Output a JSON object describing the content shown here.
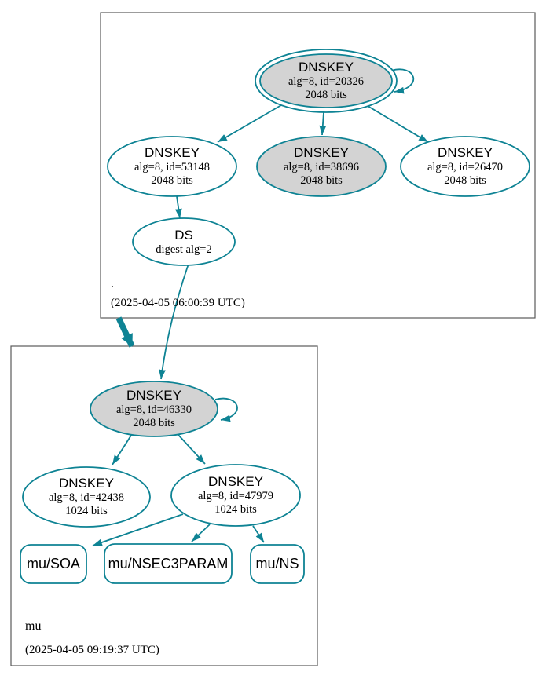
{
  "root_zone": {
    "label": ".",
    "timestamp": "(2025-04-05 06:00:39 UTC)",
    "ksk": {
      "title": "DNSKEY",
      "line2": "alg=8, id=20326",
      "line3": "2048 bits"
    },
    "zsk1": {
      "title": "DNSKEY",
      "line2": "alg=8, id=53148",
      "line3": "2048 bits"
    },
    "zsk2": {
      "title": "DNSKEY",
      "line2": "alg=8, id=38696",
      "line3": "2048 bits"
    },
    "zsk3": {
      "title": "DNSKEY",
      "line2": "alg=8, id=26470",
      "line3": "2048 bits"
    },
    "ds": {
      "title": "DS",
      "line2": "digest alg=2"
    }
  },
  "mu_zone": {
    "label": "mu",
    "timestamp": "(2025-04-05 09:19:37 UTC)",
    "ksk": {
      "title": "DNSKEY",
      "line2": "alg=8, id=46330",
      "line3": "2048 bits"
    },
    "zsk1": {
      "title": "DNSKEY",
      "line2": "alg=8, id=42438",
      "line3": "1024 bits"
    },
    "zsk2": {
      "title": "DNSKEY",
      "line2": "alg=8, id=47979",
      "line3": "1024 bits"
    },
    "rrset_soa": {
      "label": "mu/SOA"
    },
    "rrset_nsec3param": {
      "label": "mu/NSEC3PARAM"
    },
    "rrset_ns": {
      "label": "mu/NS"
    }
  },
  "colors": {
    "edge_teal": "#0e8394",
    "node_fill_gray": "#d3d3d3",
    "node_fill_white": "#ffffff",
    "zone_box_border": "#5a5a5a",
    "background": "#ffffff"
  }
}
